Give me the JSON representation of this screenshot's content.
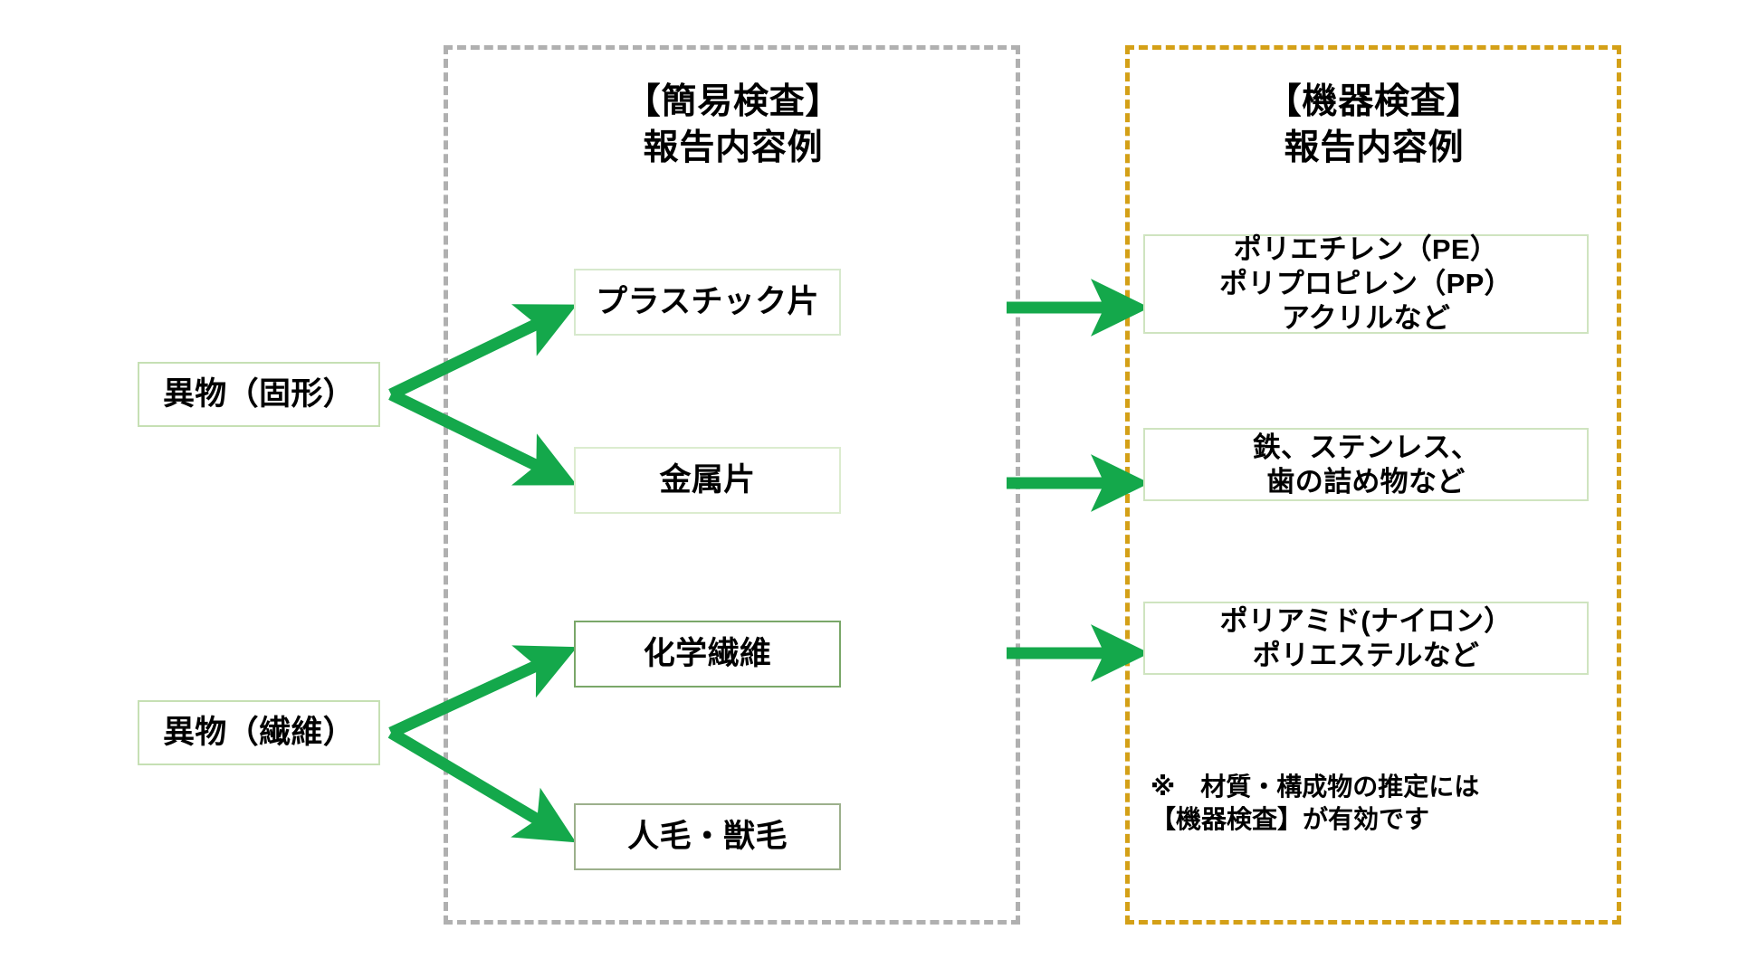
{
  "diagram": {
    "title": "異物検査の報告内容例フロー",
    "accent_green": "#14a84b",
    "panel_gray": "#b0b0b0",
    "panel_orange": "#d4a017",
    "box_green_light": "#c6e0b4",
    "box_green_dark": "#7aa769"
  },
  "panels": {
    "simple": {
      "title": "【簡易検査】\n報告内容例"
    },
    "device": {
      "title": "【機器検査】\n報告内容例"
    }
  },
  "sources": [
    {
      "id": "solid",
      "label": "異物（固形）"
    },
    {
      "id": "fiber",
      "label": "異物（繊維）"
    }
  ],
  "simple_results": [
    {
      "id": "plastic",
      "label": "プラスチック片"
    },
    {
      "id": "metal",
      "label": "金属片"
    },
    {
      "id": "chemfib",
      "label": "化学繊維"
    },
    {
      "id": "hair",
      "label": "人毛・獣毛"
    }
  ],
  "device_results": [
    {
      "id": "res-plastic",
      "label": "ポリエチレン（PE）\nポリプロピレン（PP）\nアクリルなど"
    },
    {
      "id": "res-metal",
      "label": "鉄、ステンレス、\n歯の詰め物など"
    },
    {
      "id": "res-fiber",
      "label": "ポリアミド(ナイロン）\nポリエステルなど"
    }
  ],
  "footnote": {
    "text": "※　材質・構成物の推定には\n【機器検査】が有効です"
  }
}
